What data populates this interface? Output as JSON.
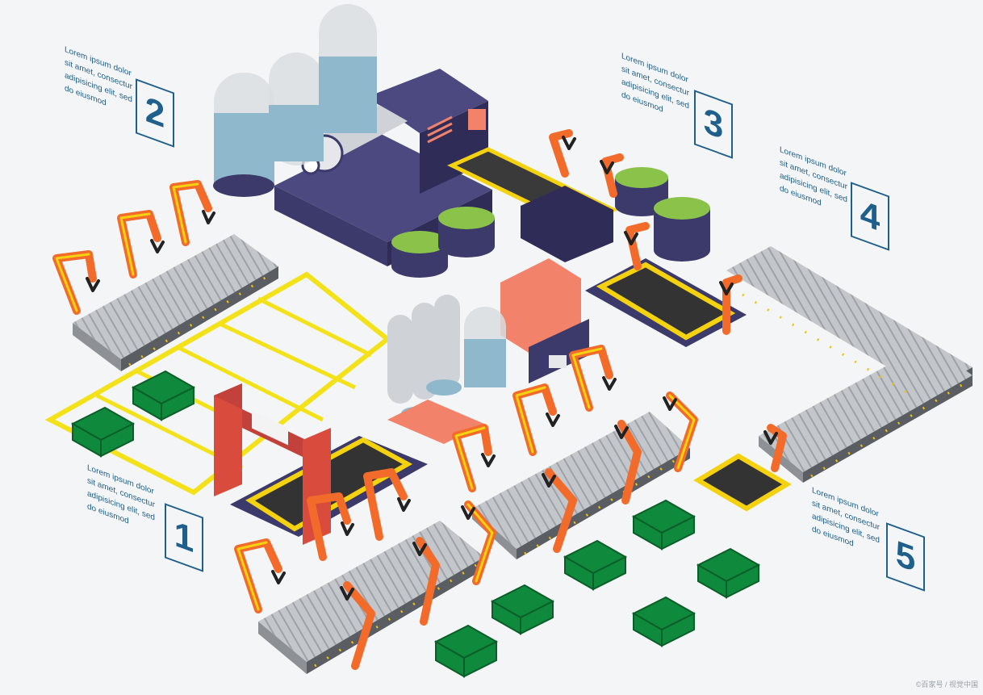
{
  "callouts": [
    {
      "step": "1",
      "text": "Lorem ipsum dolor\nsit amet, consectur\nadipisicing elit, sed\ndo eiusmod"
    },
    {
      "step": "2",
      "text": "Lorem ipsum dolor\nsit amet, consectur\nadipisicing elit, sed\ndo eiusmod"
    },
    {
      "step": "3",
      "text": "Lorem ipsum dolor\nsit amet, consectur\nadipisicing elit, sed\ndo eiusmod"
    },
    {
      "step": "4",
      "text": "Lorem ipsum dolor\nsit amet, consectur\nadipisicing elit, sed\ndo eiusmod"
    },
    {
      "step": "5",
      "text": "Lorem ipsum dolor\nsit amet, consectur\nadipisicing elit, sed\ndo eiusmod"
    }
  ],
  "watermark": "©百家号 / 视觉中国",
  "colors": {
    "accent_blue": "#1f5f8b",
    "conveyor": "#b9bcc0",
    "robot_arm": "#f26b2a",
    "arm_trim": "#f5d20f",
    "machine_navy": "#3c3a6b",
    "tank_glass": "#8fb8cc",
    "green_box": "#0f8a3c",
    "zone_yellow": "#f3e21a",
    "press_salmon": "#f3826b",
    "gate_red": "#d94b3c"
  }
}
